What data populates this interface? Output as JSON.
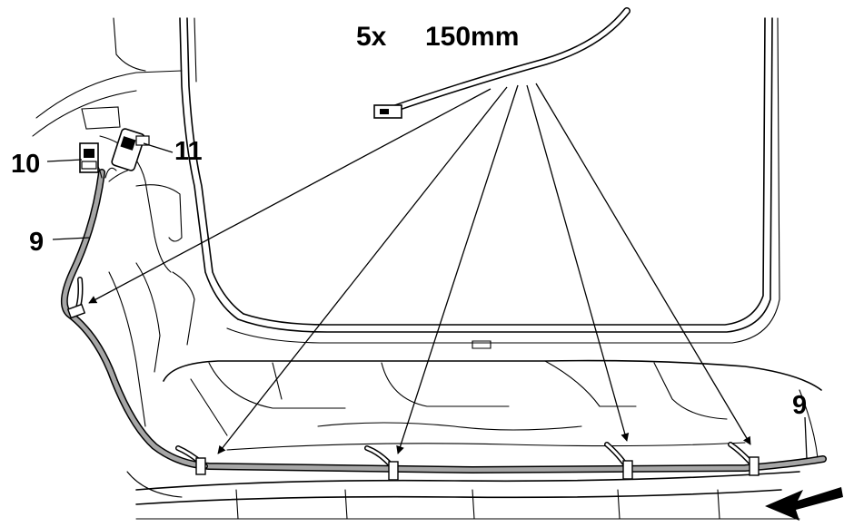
{
  "quantity_label": "5x",
  "length_label": "150mm",
  "callouts": {
    "connector_left": "10",
    "connector_right": "11",
    "harness_left": "9",
    "harness_right": "9"
  },
  "colors": {
    "line": "#000000",
    "cable_fill": "#a6a6a6",
    "background": "#ffffff"
  },
  "icons": [
    "cable-tie-icon",
    "direction-arrow-icon",
    "connector-plug-icon"
  ]
}
